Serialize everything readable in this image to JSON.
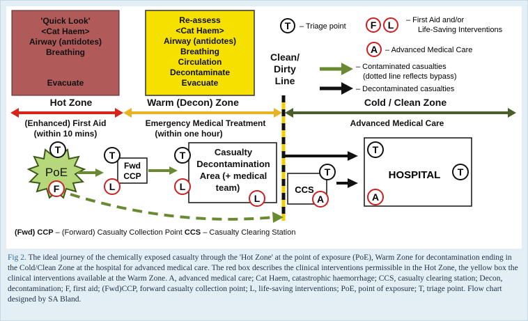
{
  "figure": {
    "red_box": {
      "lines": [
        "'Quick Look'",
        "<Cat Haem>",
        "Airway (antidotes)",
        "Breathing"
      ],
      "bottom": "Evacuate",
      "fill": "#b05a5a"
    },
    "yellow_box": {
      "lines": [
        "Re-assess",
        "<Cat Haem>",
        "Airway (antidotes)",
        "Breathing",
        "Circulation",
        "Decontaminate",
        "Evacuate"
      ],
      "fill": "#f5e000"
    },
    "line_label": [
      "Clean/",
      "Dirty",
      "Line"
    ],
    "legend": {
      "triage_symbol": "T",
      "triage": "– Triage point",
      "firstaid_symbols": [
        "F",
        "L"
      ],
      "firstaid_1": "– First Aid and/or",
      "firstaid_2": "Life-Saving Interventions",
      "advanced_symbol": "A",
      "advanced": "– Advanced Medical Care",
      "contaminated_1": "– Contaminated casualties",
      "contaminated_2": "(dotted line reflects bypass)",
      "decontaminated": "– Decontaminated casualties"
    },
    "zones": {
      "hot": "Hot Zone",
      "warm": "Warm (Decon) Zone",
      "cold": "Cold / Clean Zone",
      "hot_sub1": "(Enhanced) First Aid",
      "hot_sub2": "(within 10 mins)",
      "warm_sub1": "Emergency Medical Treatment",
      "warm_sub2": "(within one hour)",
      "cold_sub": "Advanced Medical Care",
      "hot_color": "#d9241c",
      "warm_color": "#e8b320",
      "cold_color": "#4a5e2a"
    },
    "nodes": {
      "poe": "PoE",
      "fwd_ccp_1": "Fwd",
      "fwd_ccp_2": "CCP",
      "decon_1": "Casualty",
      "decon_2": "Decontamination",
      "decon_3": "Area (+ medical",
      "decon_4": "team)",
      "ccs": "CCS",
      "hospital": "HOSPITAL"
    },
    "symbols": {
      "triage": "T",
      "first_aid": "F",
      "life_saving": "L",
      "advanced": "A"
    },
    "footer": {
      "fwd_ccp_abbr": "(Fwd) CCP",
      "fwd_ccp_text": " – (Forward) Casualty Collection Point  ",
      "ccs_abbr": "CCS",
      "ccs_text": " – Casualty Clearing Station"
    },
    "arrow_green": "#6a8a32",
    "symbol_red": "#cc2020"
  },
  "caption": {
    "label": "Fig 2.",
    "text": " The ideal journey of the chemically exposed casualty through the 'Hot Zone' at the point of exposure (PoE), Warm Zone for decontamination ending in the Cold/Clean Zone at the hospital for advanced medical care. The red box describes the clinical interventions permissible in the Hot Zone, the yellow box the clinical interventions available at the Warm Zone. A, advanced medical care; Cat Haem, catastrophic haemorrhage; CCS, casualty clearing station; Decon, decontamination; F, first aid; (Fwd)CCP, forward casualty collection point; L, life-saving interventions; PoE, point of exposure; T, triage point. Flow chart designed by SA Bland."
  }
}
